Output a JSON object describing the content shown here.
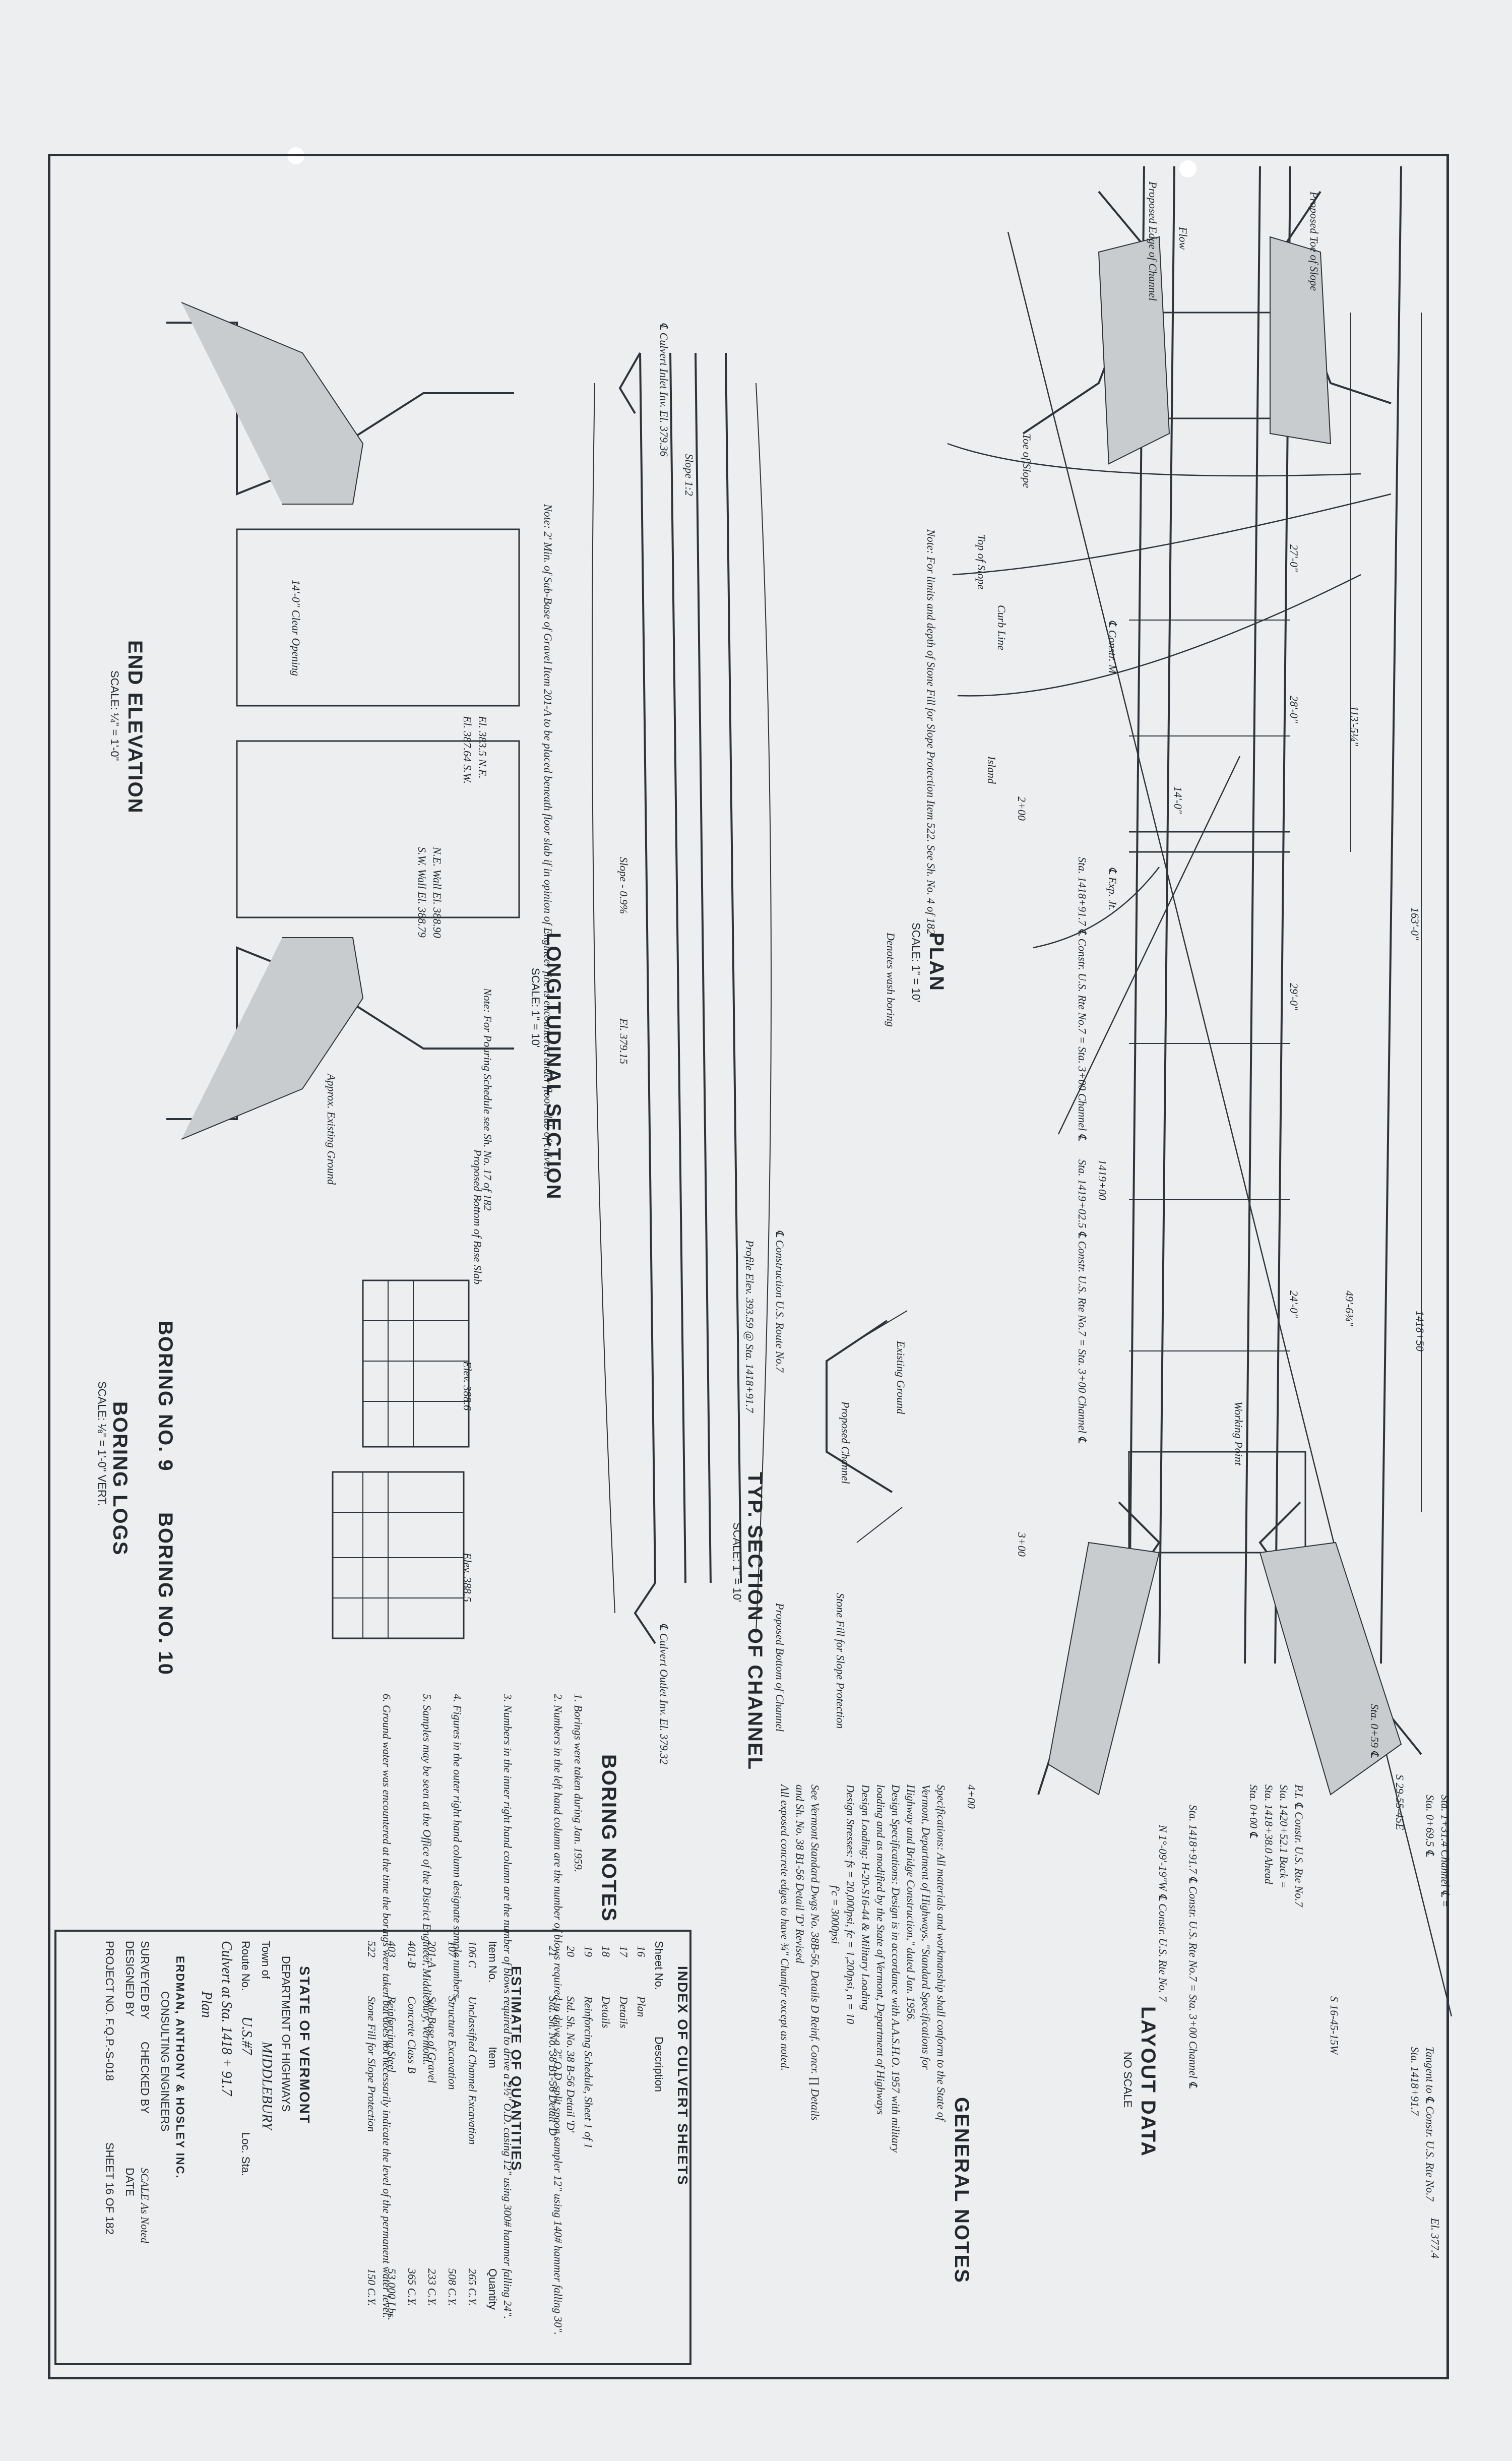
{
  "layout_data": {
    "title": "LAYOUT DATA",
    "scale": "NO SCALE",
    "notes": [
      "Tangent to ℄ Constr. U.S. Rte No.7",
      "Sta. 1418+91.7",
      "Sta. 1+31.4 Channel ℄ =",
      "Sta. 0+69.5 ℄",
      "S 29-55-45E",
      "Sta. 0+59 ℄",
      "P.I. ℄ Constr. U.S. Rte No.7",
      "Sta. 1420+52.1 Back =",
      "Sta. 1418+38.0 Ahead",
      "Sta. 0+00 ℄",
      "Sta. 1418+91.7 ℄ Constr. U.S. Rte No.7 = Sta. 3+00 Channel ℄",
      "N 1°-09'-19\"W ℄ Constr. U.S. Rte No. 7",
      "El. 377.4",
      "S 16-45-15W"
    ]
  },
  "general_notes": {
    "title": "GENERAL NOTES",
    "lines": [
      "Specifications: All materials and workmanship shall conform to the State of",
      "Vermont, Department of Highways, \"Standard Specifications for",
      "Highway and Bridge Construction,\" dated Jan. 1956.",
      "Design Specifications: Design is in accordance with A.A.S.H.O. 1957 with military",
      "loading and as modified by the State of Vermont, Department of Highways",
      "Design Loading: H-20-S16-44 & Military Loading",
      "Design Stresses: fs = 20,000psi, fc = 1,200psi, n = 10",
      "f'c = 3000psi",
      "See Vermont Standard Dwgs No. 38B-56, Details D Reinf. Concr. ∏ Details",
      "and Sh. No. 38 B1-56 Detail 'D' Revised",
      "All exposed concrete edges to have ¾\" Chamfer except as noted."
    ]
  },
  "index": {
    "title": "INDEX OF CULVERT SHEETS",
    "headers": [
      "Sheet No.",
      "Description"
    ],
    "rows": [
      [
        "16",
        "Plan"
      ],
      [
        "17",
        "Details"
      ],
      [
        "18",
        "Details"
      ],
      [
        "19",
        "Reinforcing Schedule, Sheet 1 of 1"
      ],
      [
        "20",
        "Std. Sh. No. 38 B-56 Detail 'D'"
      ],
      [
        "21",
        "Std. Sh. No. 38 B1-56 Detail 'D'"
      ]
    ]
  },
  "quantities": {
    "title": "ESTIMATE OF QUANTITIES",
    "headers": [
      "Item No.",
      "Item",
      "Quantity"
    ],
    "rows": [
      [
        "106 C",
        "Unclassified Channel Excavation",
        "265 C.Y."
      ],
      [
        "107",
        "Structure Excavation",
        "508 C.Y."
      ],
      [
        "201-A",
        "Sub-Base of Gravel",
        "233 C.Y."
      ],
      [
        "401-B",
        "Concrete Class B",
        "365 C.Y."
      ],
      [
        "403",
        "Reinforcing Steel",
        "53,000 Lbs."
      ],
      [
        "522",
        "Stone Fill for Slope Protection",
        "150 C.Y."
      ]
    ]
  },
  "title_block": {
    "state": "STATE OF VERMONT",
    "department": "DEPARTMENT OF HIGHWAYS",
    "town_label": "Town of",
    "town": "MIDDLEBURY",
    "route_label": "Route No.",
    "route": "U.S.#7",
    "loc_label": "Loc. Sta.",
    "structure": "Culvert at Sta. 1418 + 91.7",
    "sheet_title": "Plan",
    "firm": "ERDMAN, ANTHONY & HOSLEY INC.",
    "firm_sub": "CONSULTING ENGINEERS",
    "surveyed": "SURVEYED BY",
    "designed": "DESIGNED BY",
    "checked": "CHECKED BY",
    "scale": "SCALE As Noted",
    "date": "DATE",
    "project": "PROJECT NO. F.Q.P.-S-018",
    "sheet": "SHEET 16 OF 182"
  },
  "views": {
    "plan_title": "PLAN",
    "plan_scale": "SCALE: 1\" = 10'",
    "plan_note": "Note: For limits and depth of Stone Fill for Slope Protection Item 522. See Sh. No. 4 of 182",
    "boring_symbol": "Denotes wash boring",
    "long_title": "LONGITUDINAL SECTION",
    "long_scale": "SCALE: 1\" = 10'",
    "long_note": "Note: 2' Min. of Sub-Base of Gravel Item 201-A to be placed beneath floor slab if in opinion of Engineer fine is encountered under floor slab of culvert.",
    "pour_note": "Note: For Pouring Schedule see Sh. No. 17 of 182",
    "end_title": "END ELEVATION",
    "end_scale": "SCALE: ¼\" = 1'-0\"",
    "channel_title": "TYP. SECTION OF CHANNEL",
    "channel_scale": "SCALE: 1\" = 10'",
    "boring9": "BORING NO. 9",
    "boring10": "BORING NO. 10",
    "boring_logs": "BORING LOGS",
    "boring_scale": "SCALE: ⅛\" = 1'-0\" VERT.",
    "boring_notes_title": "BORING NOTES",
    "boring_notes": [
      "1. Borings were taken during Jan. 1959.",
      "2. Numbers in the left hand column are the number of blows required to drive a 2\" O.D. split spoon sampler 12\" using 140# hammer falling 30\".",
      "3. Numbers in the inner right hand column are the number of blows required to drive a 2½\" O.D. casing 12\" using 300# hammer falling 24\".",
      "4. Figures in the outer right hand column designate sample numbers.",
      "5. Samples may be seen at the Office of the District Engineer, Middlebury, Vermont.",
      "6. Ground water was encountered at the time the borings were taken but does not necessarily indicate the level of the permanent water level."
    ]
  },
  "annotations": [
    "Proposed Toe of Slope",
    "Proposed Edge of Channel",
    "Flow",
    "Toe of Slope",
    "Top of Slope",
    "Curb Line",
    "Island",
    "℄ Constr. M",
    "℄ Exp. Jt.",
    "14'-0\"",
    "163'-0\"",
    "113'-5¼\"",
    "49'-6¾\"",
    "27'-0\"",
    "28'-0\"",
    "29'-0\"",
    "24'-0\"",
    "Working Point",
    "Existing Ground",
    "Proposed Channel",
    "Stone Fill for Slope Protection",
    "Proposed Bottom of Channel",
    "Slope 1:2",
    "Slope - 0.9%",
    "El. 379.15",
    "El. 383.5 N.E.",
    "El. 387.64 S.W.",
    "N.E. Wall El. 388.90",
    "S.W. Wall El. 388.79",
    "14'-0\" Clear Opening",
    "Approx. Existing Ground",
    "Proposed Bottom of Base Slab",
    "Profile Elev. 393.59 @ Sta. 1418+91.7",
    "℄ Construction U.S. Route No.7",
    "℄ Culvert Outlet Inv. El. 379.32",
    "℄ Culvert Inlet Inv. El. 379.36",
    "Sta. 1418+91.7 ℄ Constr. U.S. Rte No.7 = Sta. 3+00 Channel ℄",
    "Sta. 1419+02.5 ℄ Constr. U.S. Rte No.7 = Sta. 3+00 Channel ℄",
    "1418+50",
    "1419+00",
    "4+00",
    "3+00",
    "2+00",
    "Elev. 388.6",
    "Elev. 388.5"
  ]
}
